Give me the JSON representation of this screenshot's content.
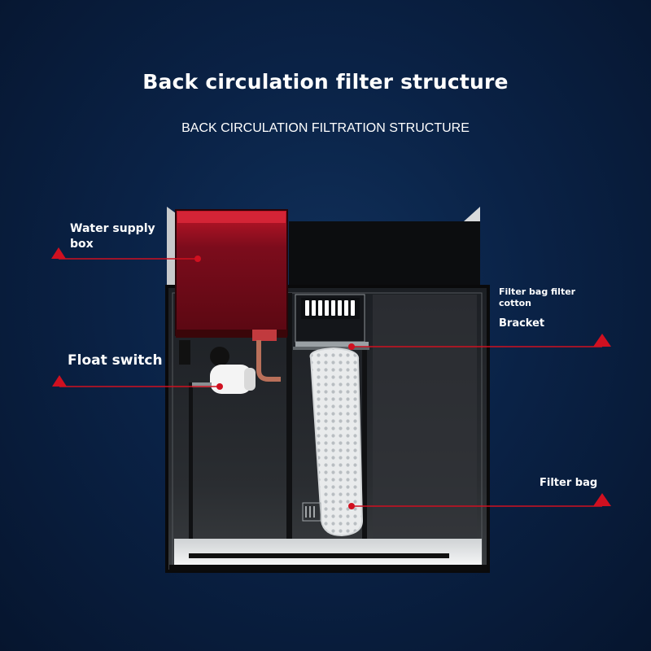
{
  "header": {
    "title": "Back circulation filter structure",
    "subtitle": "BACK CIRCULATION FILTRATION STRUCTURE"
  },
  "callouts": {
    "water_supply_box": "Water supply box",
    "float_switch": "Float switch",
    "filter_bag_filter_cotton": "Filter bag filter cotton",
    "bracket": "Bracket",
    "filter_bag": "Filter bag"
  },
  "colors": {
    "background": "#0a2246",
    "callout_red": "#d01020",
    "supply_box_red": "#8a0e1e",
    "text": "#ffffff"
  }
}
